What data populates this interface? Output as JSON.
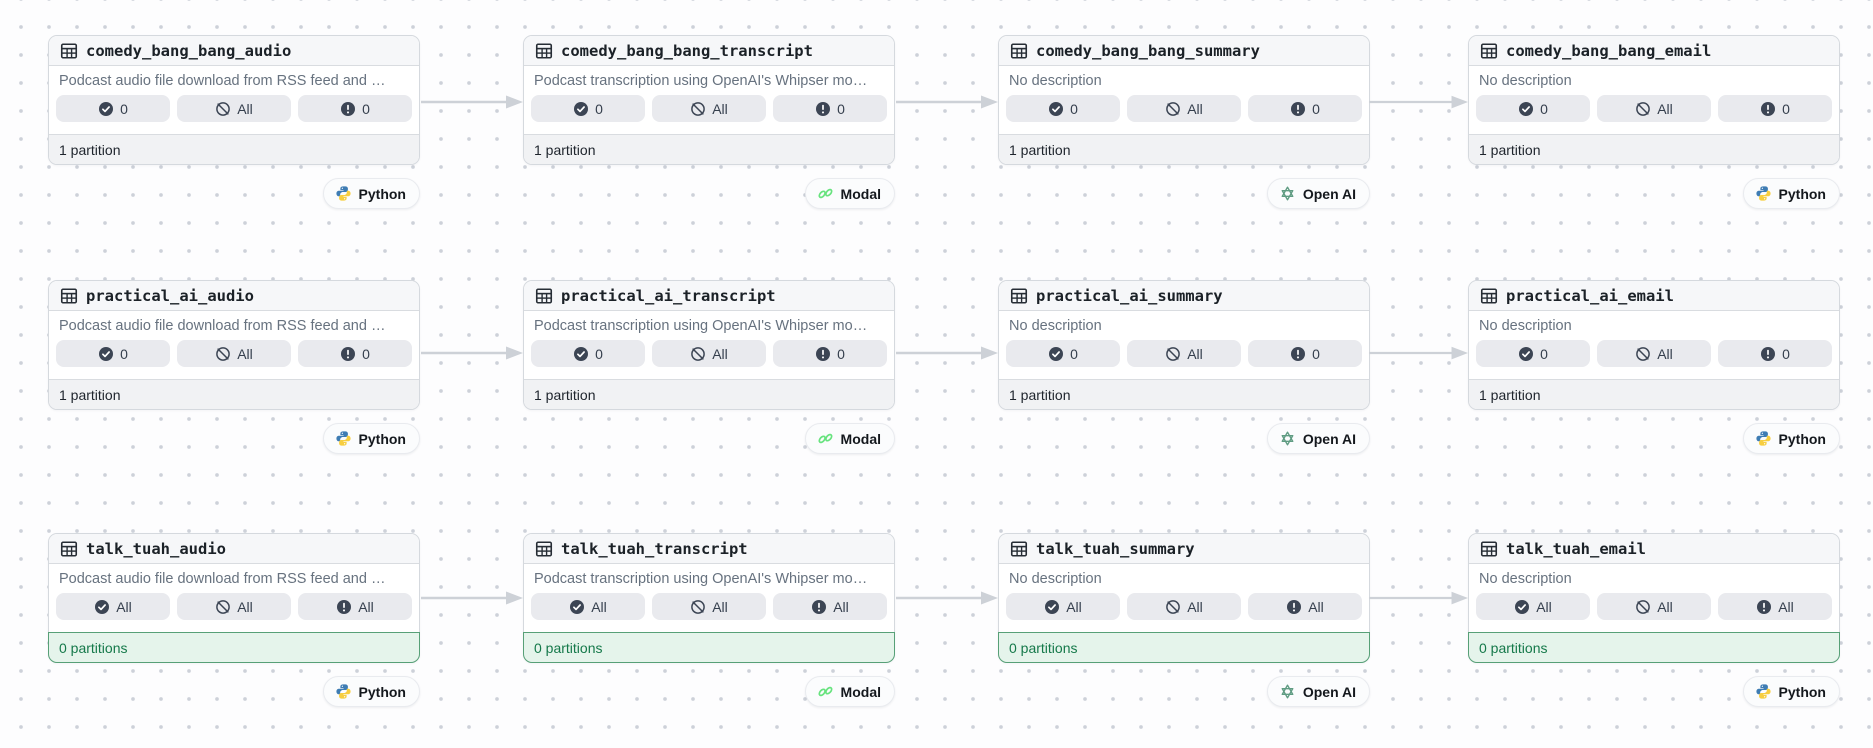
{
  "canvas": {
    "background": "#FDFDFE",
    "dot_color": "#CDD1D9",
    "arrow_color": "#CDD1D7",
    "partition_ok_color": "#15794A"
  },
  "icons": {
    "asset": "table-grid-icon",
    "materialized": "check-circle-icon",
    "missing": "ban-circle-icon",
    "failed": "alert-circle-icon",
    "python": "python-logo-icon",
    "modal": "modal-logo-icon",
    "openai": "openai-logo-icon"
  },
  "descriptions": {
    "audio": "Podcast audio file download from RSS feed and …",
    "transcript": "Podcast transcription using OpenAI's Whipser mo…",
    "none": "No description"
  },
  "cards": [
    {
      "name": "comedy_bang_bang_audio",
      "description": "Podcast audio file download from RSS feed and …",
      "materialized": "0",
      "missing": "All",
      "failed": "0",
      "partitions": "1 partition",
      "integration": "Python"
    },
    {
      "name": "comedy_bang_bang_transcript",
      "description": "Podcast transcription using OpenAI's Whipser mo…",
      "materialized": "0",
      "missing": "All",
      "failed": "0",
      "partitions": "1 partition",
      "integration": "Modal"
    },
    {
      "name": "comedy_bang_bang_summary",
      "description": "No description",
      "materialized": "0",
      "missing": "All",
      "failed": "0",
      "partitions": "1 partition",
      "integration": "Open AI"
    },
    {
      "name": "comedy_bang_bang_email",
      "description": "No description",
      "materialized": "0",
      "missing": "All",
      "failed": "0",
      "partitions": "1 partition",
      "integration": "Python"
    },
    {
      "name": "practical_ai_audio",
      "description": "Podcast audio file download from RSS feed and …",
      "materialized": "0",
      "missing": "All",
      "failed": "0",
      "partitions": "1 partition",
      "integration": "Python"
    },
    {
      "name": "practical_ai_transcript",
      "description": "Podcast transcription using OpenAI's Whipser mo…",
      "materialized": "0",
      "missing": "All",
      "failed": "0",
      "partitions": "1 partition",
      "integration": "Modal"
    },
    {
      "name": "practical_ai_summary",
      "description": "No description",
      "materialized": "0",
      "missing": "All",
      "failed": "0",
      "partitions": "1 partition",
      "integration": "Open AI"
    },
    {
      "name": "practical_ai_email",
      "description": "No description",
      "materialized": "0",
      "missing": "All",
      "failed": "0",
      "partitions": "1 partition",
      "integration": "Python"
    },
    {
      "name": "talk_tuah_audio",
      "description": "Podcast audio file download from RSS feed and …",
      "materialized": "All",
      "missing": "All",
      "failed": "All",
      "partitions": "0 partitions",
      "integration": "Python"
    },
    {
      "name": "talk_tuah_transcript",
      "description": "Podcast transcription using OpenAI's Whipser mo…",
      "materialized": "All",
      "missing": "All",
      "failed": "All",
      "partitions": "0 partitions",
      "integration": "Modal"
    },
    {
      "name": "talk_tuah_summary",
      "description": "No description",
      "materialized": "All",
      "missing": "All",
      "failed": "All",
      "partitions": "0 partitions",
      "integration": "Open AI"
    },
    {
      "name": "talk_tuah_email",
      "description": "No description",
      "materialized": "All",
      "missing": "All",
      "failed": "All",
      "partitions": "0 partitions",
      "integration": "Python"
    }
  ]
}
